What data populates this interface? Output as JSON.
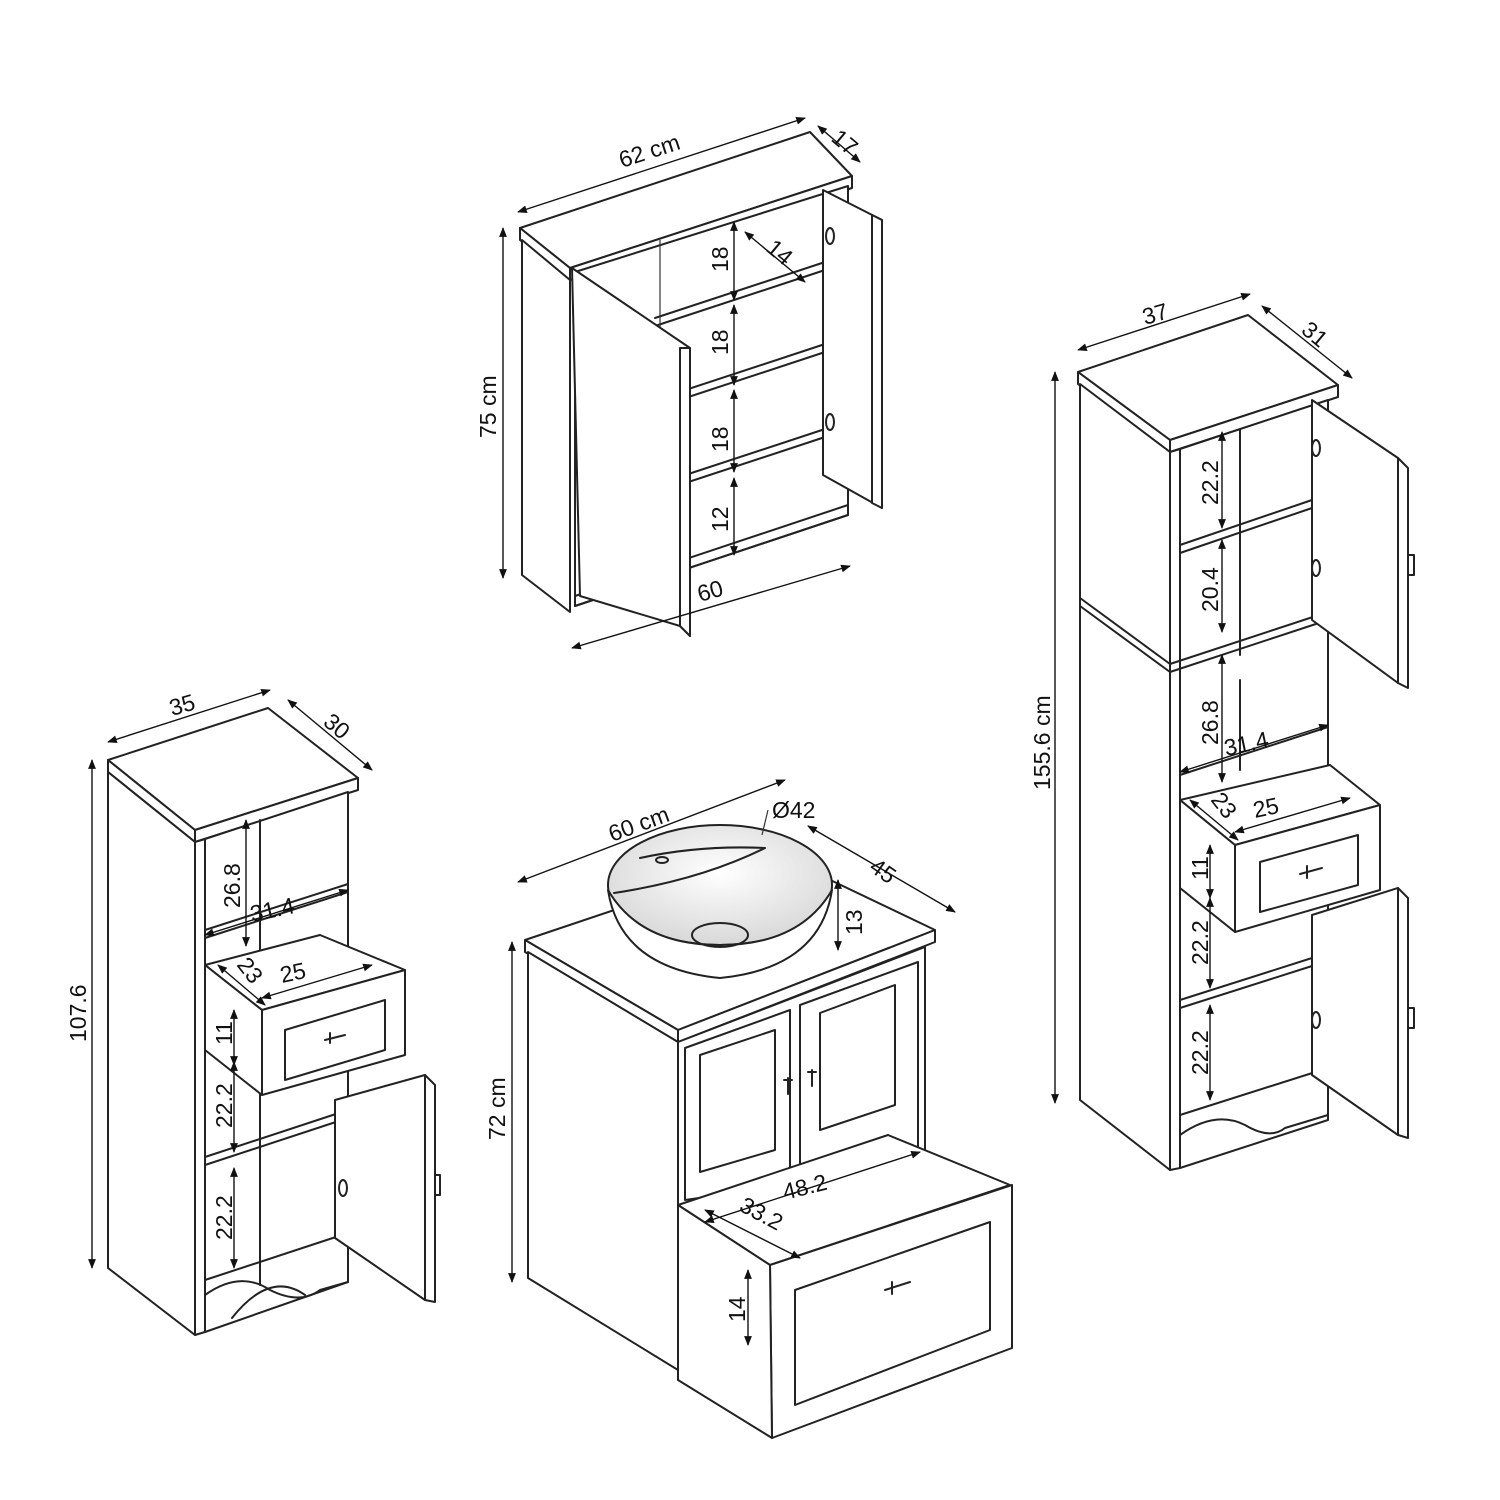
{
  "cabinets": {
    "wall_cabinet": {
      "width": "62 cm",
      "depth": "17",
      "height": "75 cm",
      "inner_width": "60",
      "shelf_depth": "14",
      "shelf_heights": [
        "18",
        "18",
        "18",
        "12"
      ]
    },
    "short_tall_cabinet": {
      "width": "35",
      "depth": "30",
      "height": "107.6",
      "open_height": "26.8",
      "open_width": "31.4",
      "drawer_depth": "23",
      "drawer_width": "25",
      "drawer_height": "11",
      "shelf_heights": [
        "22.2",
        "22.2"
      ]
    },
    "vanity": {
      "width": "60 cm",
      "basin_diameter": "Ø42",
      "depth": "45",
      "basin_height": "13",
      "height": "72 cm",
      "drawer_width": "48.2",
      "drawer_depth": "33.2",
      "drawer_height": "14"
    },
    "tall_cabinet": {
      "width": "37",
      "depth": "31",
      "height": "155.6 cm",
      "upper_shelf_heights": [
        "22.2",
        "20.4"
      ],
      "open_height": "26.8",
      "open_width": "31.4",
      "drawer_depth": "23",
      "drawer_width": "25",
      "drawer_height": "11",
      "lower_shelf_heights": [
        "22.2",
        "22.2"
      ]
    }
  }
}
